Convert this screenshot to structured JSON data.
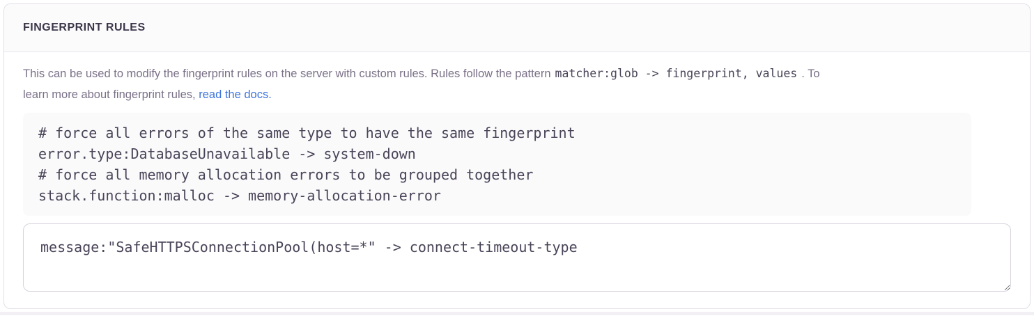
{
  "panel": {
    "title": "FINGERPRINT RULES"
  },
  "help": {
    "before_code": "This can be used to modify the fingerprint rules on the server with custom rules. Rules follow the pattern",
    "inline_code": "matcher:glob -> fingerprint, values",
    "after_code_line1": ". To",
    "line2_text": "learn more about fingerprint rules, ",
    "link_label": "read the docs."
  },
  "example": {
    "code": "# force all errors of the same type to have the same fingerprint\nerror.type:DatabaseUnavailable -> system-down\n# force all memory allocation errors to be grouped together\nstack.function:malloc -> memory-allocation-error"
  },
  "input": {
    "value": "message:\"SafeHTTPSConnectionPool(host=*\" -> connect-timeout-type"
  },
  "colors": {
    "panel_border": "#E2DEE6",
    "header_background": "#FBFBFC",
    "header_text": "#3D3649",
    "help_text": "#7A7087",
    "code_text": "#4A4458",
    "code_background": "#FAFAFB",
    "link": "#3D74DB",
    "textarea_border": "#D7D3DE",
    "bottom_strip": "#F2F0F4"
  }
}
